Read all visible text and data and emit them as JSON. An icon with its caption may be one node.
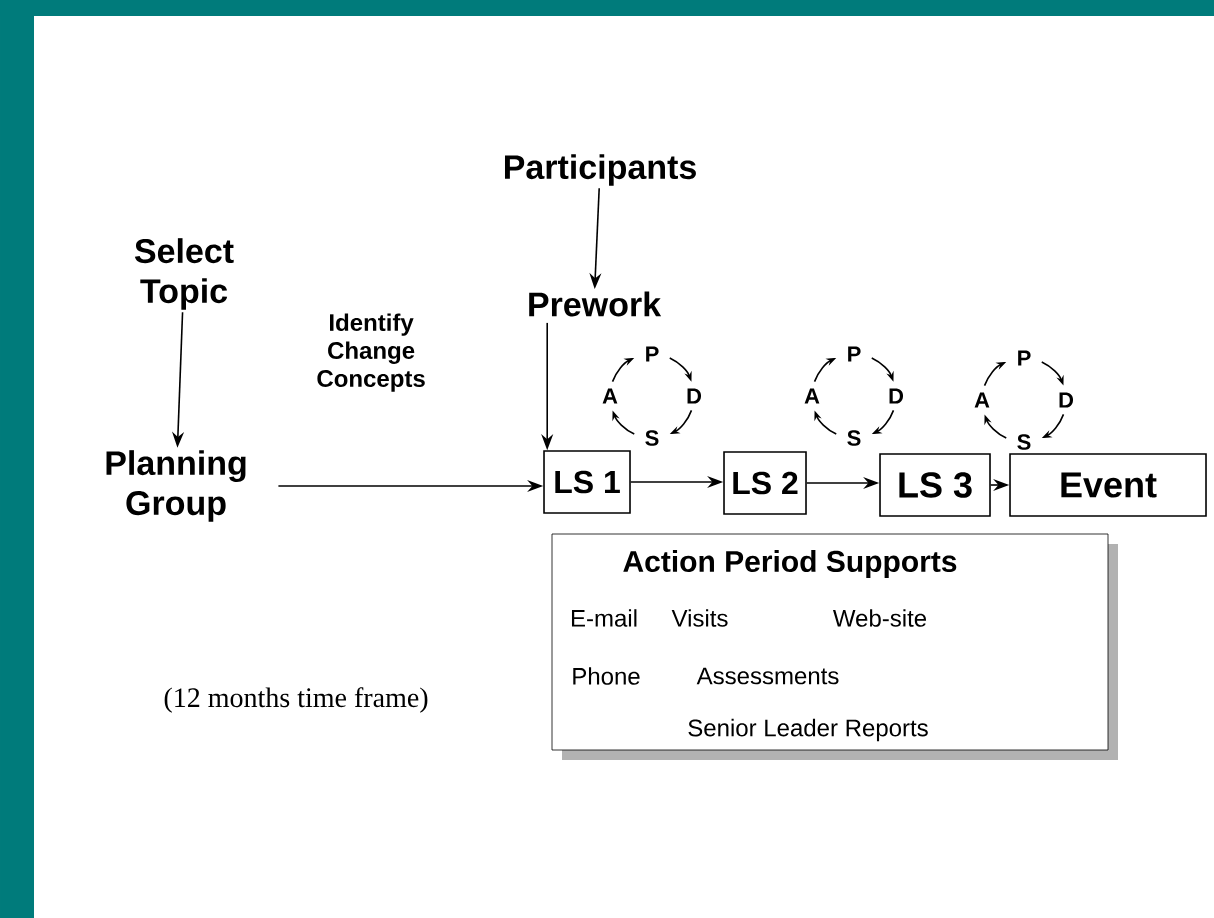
{
  "diagram": {
    "nodes": [
      {
        "text": [
          "Select Topic"
        ]
      },
      {
        "text": [
          "Planning Group"
        ]
      },
      {
        "text": [
          "Participants"
        ]
      },
      {
        "text": [
          "Prework"
        ]
      },
      {
        "text": [
          "LS 1"
        ]
      },
      {
        "text": [
          "LS 2"
        ]
      },
      {
        "text": [
          "LS 3"
        ]
      },
      {
        "text": [
          "Event"
        ]
      },
      {
        "text": [
          "Action Period Supports",
          "E-mail",
          "Visits",
          "Web-site",
          "Phone",
          "Assessments",
          "Senior Leader Reports"
        ]
      }
    ],
    "edges": [
      {
        "from": 0,
        "to": 1,
        "arrow": "to"
      },
      {
        "from": 2,
        "to": 3,
        "arrow": "to"
      },
      {
        "from": 3,
        "to": 4,
        "arrow": "to"
      },
      {
        "from": 1,
        "to": 4,
        "arrow": "to",
        "label": "Identify Change Concepts"
      },
      {
        "from": 4,
        "to": 5,
        "arrow": "to"
      },
      {
        "from": 5,
        "to": 6,
        "arrow": "to"
      },
      {
        "from": 6,
        "to": 7,
        "arrow": "to"
      }
    ],
    "labels": [
      "P",
      "D",
      "S",
      "A",
      "P",
      "D",
      "S",
      "A",
      "P",
      "D",
      "S",
      "A",
      "(12 months time frame)"
    ]
  }
}
